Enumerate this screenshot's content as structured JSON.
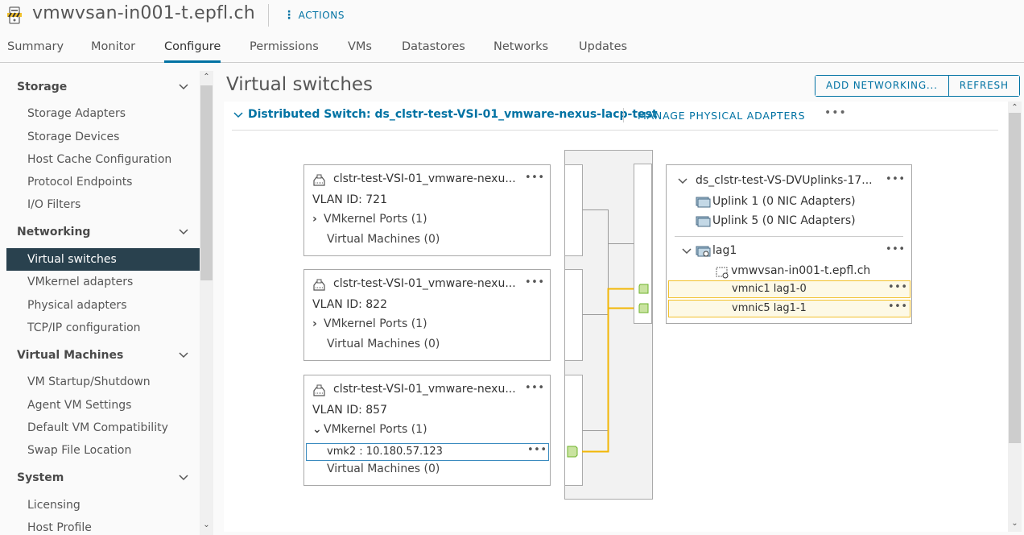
{
  "header": {
    "host_name": "vmwvsan-in001-t.epfl.ch",
    "actions_label": "ACTIONS",
    "host_icon": "host-maintenance-icon"
  },
  "tabs": [
    {
      "label": "Summary",
      "active": false
    },
    {
      "label": "Monitor",
      "active": false
    },
    {
      "label": "Configure",
      "active": true
    },
    {
      "label": "Permissions",
      "active": false
    },
    {
      "label": "VMs",
      "active": false
    },
    {
      "label": "Datastores",
      "active": false
    },
    {
      "label": "Networks",
      "active": false
    },
    {
      "label": "Updates",
      "active": false
    }
  ],
  "sidebar": {
    "sections": [
      {
        "title": "Storage",
        "items": [
          "Storage Adapters",
          "Storage Devices",
          "Host Cache Configuration",
          "Protocol Endpoints",
          "I/O Filters"
        ]
      },
      {
        "title": "Networking",
        "items": [
          "Virtual switches",
          "VMkernel adapters",
          "Physical adapters",
          "TCP/IP configuration"
        ]
      },
      {
        "title": "Virtual Machines",
        "items": [
          "VM Startup/Shutdown",
          "Agent VM Settings",
          "Default VM Compatibility",
          "Swap File Location"
        ]
      },
      {
        "title": "System",
        "items": [
          "Licensing",
          "Host Profile"
        ]
      }
    ],
    "active_item": "Virtual switches"
  },
  "main": {
    "title": "Virtual switches",
    "add_networking_label": "ADD NETWORKING...",
    "refresh_label": "REFRESH",
    "switch": {
      "name": "Distributed Switch: ds_clstr-test-VSI-01_vmware-nexus-lacp-test",
      "manage_label": "MANAGE PHYSICAL ADAPTERS",
      "more_label": "•••"
    },
    "port_groups": [
      {
        "name": "clstr-test-VSI-01_vmware-nexu...",
        "vlan": "VLAN ID: 721",
        "vmkernel_ports": "VMkernel Ports (1)",
        "vmkernel_expanded": false,
        "virtual_machines": "Virtual Machines (0)"
      },
      {
        "name": "clstr-test-VSI-01_vmware-nexu...",
        "vlan": "VLAN ID: 822",
        "vmkernel_ports": "VMkernel Ports (1)",
        "vmkernel_expanded": false,
        "virtual_machines": "Virtual Machines (0)"
      },
      {
        "name": "clstr-test-VSI-01_vmware-nexu...",
        "vlan": "VLAN ID: 857",
        "vmkernel_ports": "VMkernel Ports (1)",
        "vmkernel_expanded": true,
        "vmk_entry": "vmk2 : 10.180.57.123",
        "virtual_machines": "Virtual Machines (0)"
      }
    ],
    "uplinks": {
      "name": "ds_clstr-test-VS-DVUplinks-17...",
      "uplink_items": [
        "Uplink 1 (0 NIC Adapters)",
        "Uplink 5 (0 NIC Adapters)"
      ],
      "lag": {
        "name": "lag1",
        "host": "vmwvsan-in001-t.epfl.ch",
        "members": [
          "vmnic1 lag1-0",
          "vmnic5 lag1-1"
        ]
      }
    }
  },
  "colors": {
    "accent": "#0072a3",
    "sidebar_active_bg": "#29414e",
    "highlight_line": "#f2b705",
    "port_green": "#c9e3a0",
    "lag_row_bg": "#fdf9e6"
  }
}
